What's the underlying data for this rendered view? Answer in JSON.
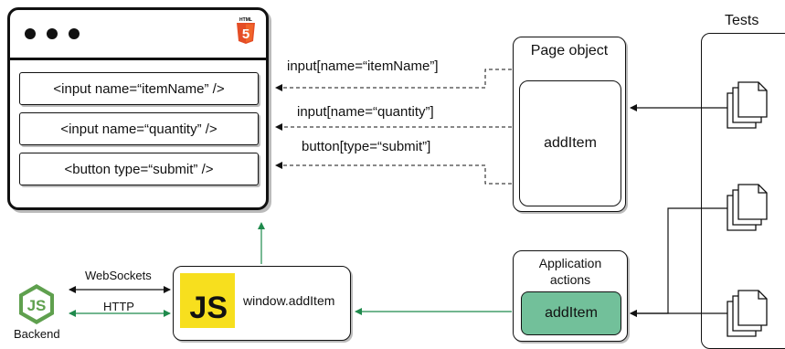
{
  "browser": {
    "logo_text": "HTML",
    "fields": [
      "<input name=“itemName” />",
      "<input name=“quantity” />",
      "<button type=“submit” />"
    ]
  },
  "selectors": [
    "input[name=“itemName”]",
    "input[name=“quantity”]",
    "button[type=“submit”]"
  ],
  "page_object": {
    "title": "Page object",
    "method": "addItem"
  },
  "tests": {
    "title": "Tests"
  },
  "app_actions": {
    "title_line1": "Application",
    "title_line2": "actions",
    "method": "addItem"
  },
  "window_fn": {
    "js_label": "JS",
    "label": "window.addItem"
  },
  "links": {
    "websockets": "WebSockets",
    "http": "HTTP"
  },
  "backend": {
    "label": "Backend"
  },
  "colors": {
    "green": "#1f8a4c",
    "app_action_fill": "#72c09a",
    "js_yellow": "#f7df1e",
    "node_green": "#5fa04e"
  }
}
